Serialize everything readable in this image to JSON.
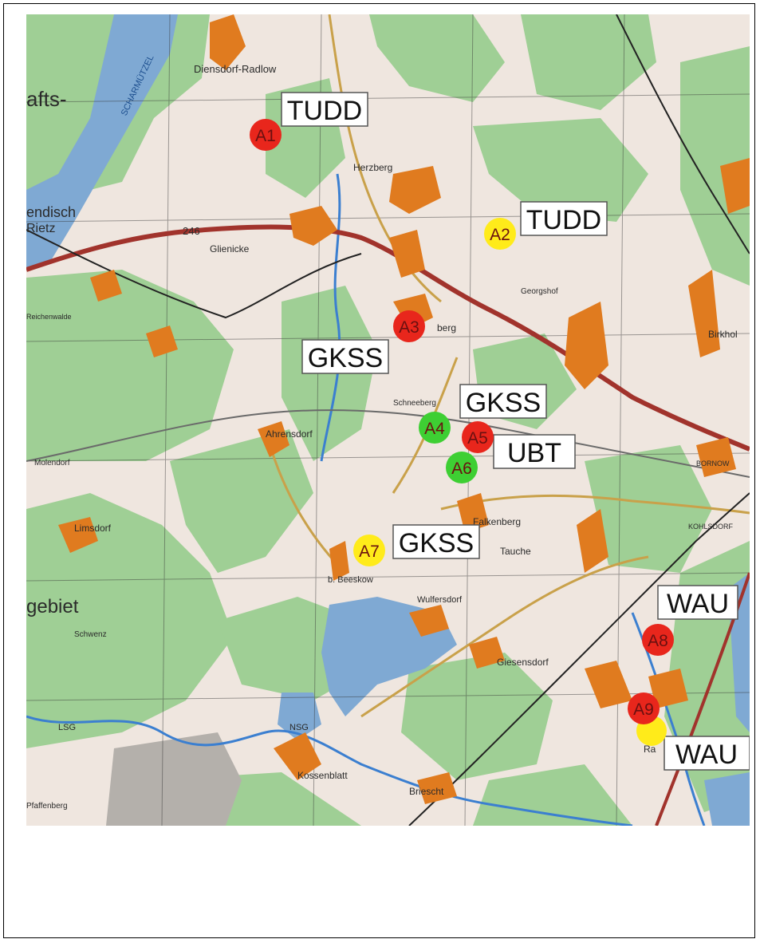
{
  "map": {
    "place_names": {
      "dienstorf_radlow": "Diensdorf-Radlow",
      "herzberg": "Herzberg",
      "glienicke": "Glienicke",
      "road_246": "246",
      "wendisch_rietz": "endisch",
      "rietz": "Rietz",
      "afts": "afts-",
      "landsberg": "berg",
      "ahrensdorf": "Ahrensdorf",
      "falkenberg": "Falkenberg",
      "tauche": "Tauche",
      "limsdorf": "Limsdorf",
      "gebiet": "gebiet",
      "wulfersdorf": "Wulfersdorf",
      "giesensdorf": "Giesensdorf",
      "kossenblatt": "Kossenblatt",
      "briescht": "Briescht",
      "birkhol": "Birkhol",
      "beeskow": "b. Beeskow",
      "ra": "Ra",
      "nsg": "NSG",
      "lsg": "LSG",
      "schwenz": "Schwenz",
      "pfaffenberg": "Pfaffenberg",
      "bornow": "BORNOW",
      "kohlsdorf": "KOHLSDORF",
      "molendorf": "Molendorf",
      "reichenwalde": "Reichenwalde",
      "georgshof": "Georgshof",
      "schneeberg": "Schneeberg",
      "schwarzer": "SCHARMÜTZEL"
    },
    "colors": {
      "marker_red": "#e8261c",
      "marker_yellow": "#ffeb1a",
      "marker_green": "#3ecf33",
      "lake": "#7fa9d3",
      "forest": "#9fcf95",
      "field": "#efe6df",
      "town": "#e07b1f",
      "road_major": "#a1332c"
    },
    "markers": [
      {
        "id": "A1",
        "color": "red"
      },
      {
        "id": "A2",
        "color": "yellow"
      },
      {
        "id": "A3",
        "color": "red"
      },
      {
        "id": "A4",
        "color": "green"
      },
      {
        "id": "A5",
        "color": "red"
      },
      {
        "id": "A6",
        "color": "green"
      },
      {
        "id": "A7",
        "color": "yellow"
      },
      {
        "id": "A8",
        "color": "red"
      },
      {
        "id": "A9",
        "color": "red"
      }
    ],
    "labels": [
      "TUDD",
      "TUDD",
      "GKSS",
      "GKSS",
      "UBT",
      "GKSS",
      "WAU",
      "WAU"
    ]
  }
}
